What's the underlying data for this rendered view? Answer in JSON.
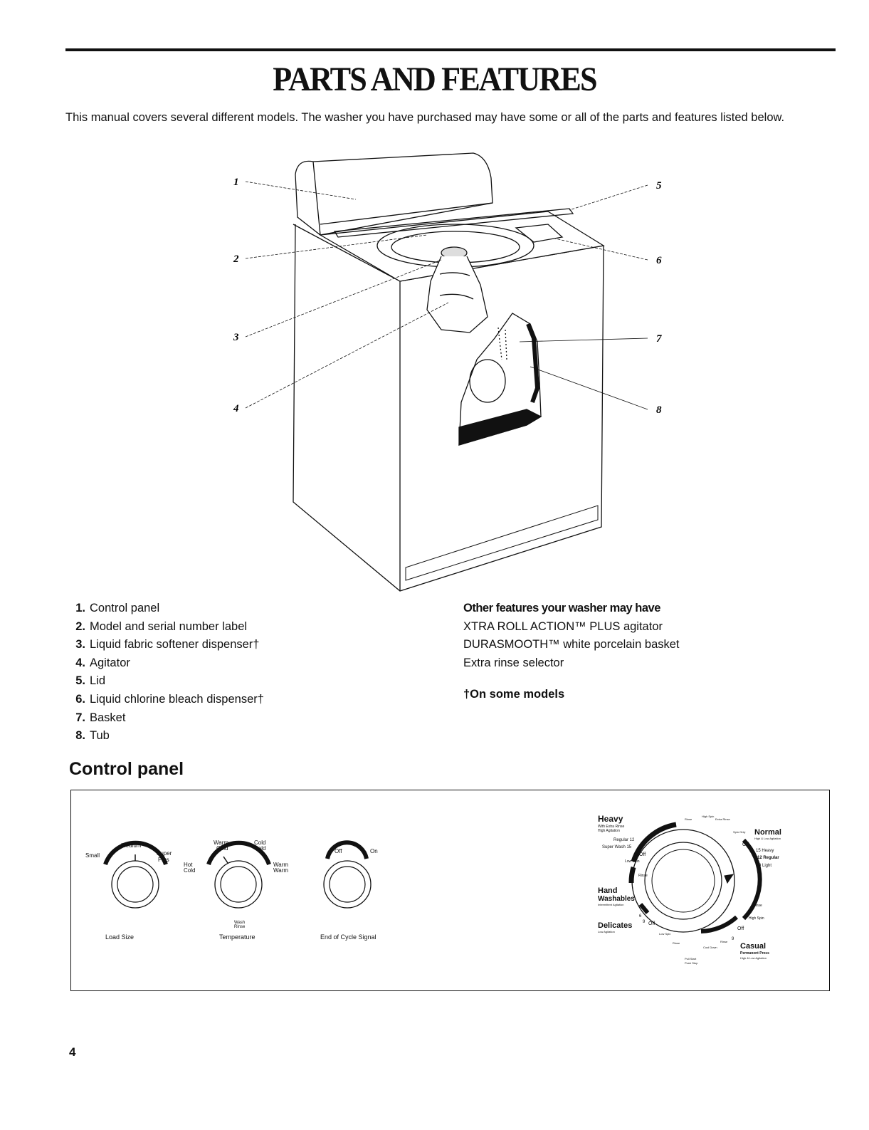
{
  "title": "PARTS AND FEATURES",
  "intro": "This manual covers several different models. The washer you have purchased may have some or all of the parts and features listed below.",
  "callouts": [
    "1",
    "2",
    "3",
    "4",
    "5",
    "6",
    "7",
    "8"
  ],
  "parts": [
    {
      "num": "1.",
      "label": "Control panel"
    },
    {
      "num": "2.",
      "label": "Model and serial number label"
    },
    {
      "num": "3.",
      "label": "Liquid fabric softener dispenser†"
    },
    {
      "num": "4.",
      "label": "Agitator"
    },
    {
      "num": "5.",
      "label": "Lid"
    },
    {
      "num": "6.",
      "label": "Liquid chlorine bleach dispenser†"
    },
    {
      "num": "7.",
      "label": "Basket"
    },
    {
      "num": "8.",
      "label": "Tub"
    }
  ],
  "other_features": {
    "heading": "Other features your washer may have",
    "items": [
      "XTRA ROLL ACTION™ PLUS agitator",
      "DURASMOOTH™ white porcelain basket",
      "Extra rinse selector"
    ]
  },
  "footnote": "†On some models",
  "control_panel": {
    "heading": "Control panel",
    "load_size": {
      "label": "Load Size",
      "options": [
        "Small",
        "Medium",
        "Super",
        "Plus"
      ]
    },
    "temperature": {
      "label": "Temperature",
      "options": [
        "Hot",
        "Cold",
        "Warm",
        "Cold",
        "Cold",
        "Cold",
        "Warm",
        "Warm"
      ],
      "sub": [
        "Wash",
        "Rinse"
      ]
    },
    "end_signal": {
      "label": "End of Cycle Signal",
      "options": [
        "Off",
        "On"
      ]
    },
    "cycle": {
      "heavy": {
        "title": "Heavy",
        "sub": "With Extra Rinse",
        "sub2": "High Agitation"
      },
      "heavy_times": [
        "Regular 12",
        "Super Wash 15",
        "Off",
        "Low Spin",
        "Rinse"
      ],
      "hand": {
        "title": "Hand",
        "title2": "Washables",
        "sub": "Intermittent Agitation"
      },
      "hand_times": [
        "6",
        "9",
        "Off"
      ],
      "delicates": {
        "title": "Delicates",
        "sub": "Low Agitation"
      },
      "normal": {
        "title": "Normal",
        "sub": "High & Low Agitation"
      },
      "normal_times": [
        "Off",
        "15 Heavy",
        "12 Regular",
        "9 Light",
        "Rinse",
        "High Spin",
        "Off"
      ],
      "top": [
        "Rinse",
        "High Spin",
        "Extra Rinse",
        "Spin Only"
      ],
      "casual": {
        "title": "Casual",
        "title2": "Permanent Press",
        "sub": "High & Low Agitation"
      },
      "bottom": [
        "Low Spin",
        "Rinse",
        "Cool Down",
        "Rinse",
        "9",
        "Pull Start",
        "Push Stop"
      ]
    }
  },
  "page_number": "4"
}
